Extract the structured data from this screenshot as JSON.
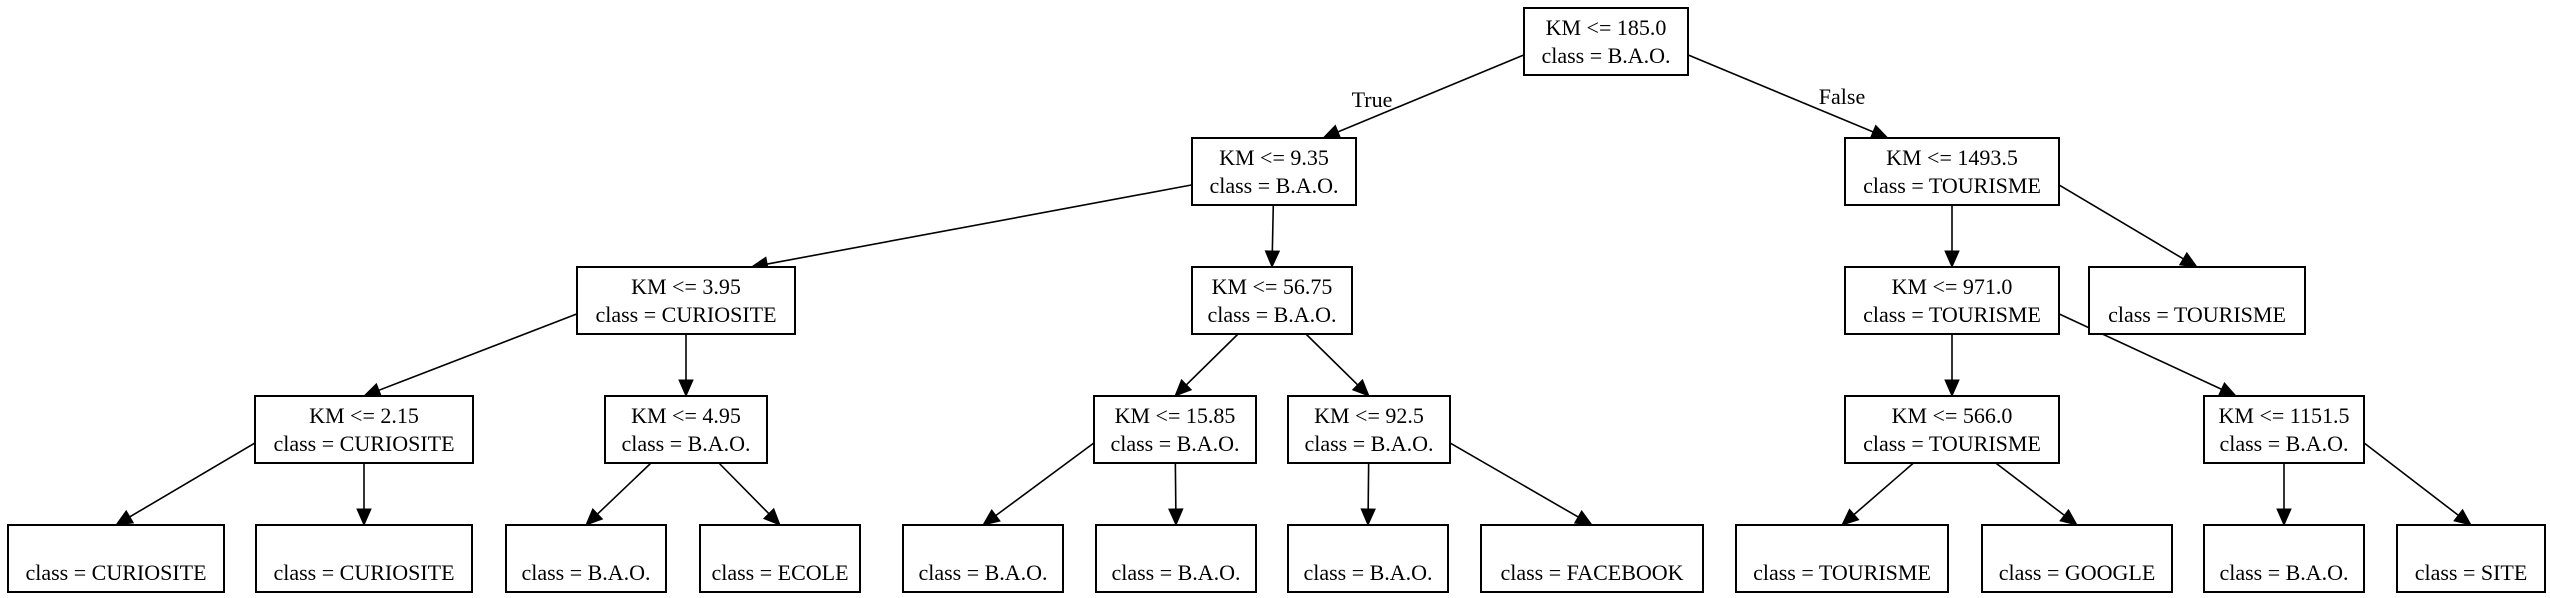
{
  "tree": {
    "nodes": {
      "n0": {
        "lines": [
          "KM <= 185.0",
          "class = B.A.O."
        ]
      },
      "n1": {
        "lines": [
          "KM <= 9.35",
          "class = B.A.O."
        ]
      },
      "n2": {
        "lines": [
          "KM <= 1493.5",
          "class = TOURISME"
        ]
      },
      "n3": {
        "lines": [
          "KM <= 3.95",
          "class = CURIOSITE"
        ]
      },
      "n4": {
        "lines": [
          "KM <= 56.75",
          "class = B.A.O."
        ]
      },
      "n5": {
        "lines": [
          "KM <= 971.0",
          "class = TOURISME"
        ]
      },
      "n6": {
        "lines": [
          "",
          "class = TOURISME"
        ]
      },
      "n7": {
        "lines": [
          "KM <= 2.15",
          "class = CURIOSITE"
        ]
      },
      "n8": {
        "lines": [
          "KM <= 4.95",
          "class = B.A.O."
        ]
      },
      "n9": {
        "lines": [
          "KM <= 15.85",
          "class = B.A.O."
        ]
      },
      "n10": {
        "lines": [
          "KM <= 92.5",
          "class = B.A.O."
        ]
      },
      "n11": {
        "lines": [
          "KM <= 566.0",
          "class = TOURISME"
        ]
      },
      "n12": {
        "lines": [
          "KM <= 1151.5",
          "class = B.A.O."
        ]
      },
      "n13": {
        "lines": [
          "",
          "class = CURIOSITE"
        ]
      },
      "n14": {
        "lines": [
          "",
          "class = CURIOSITE"
        ]
      },
      "n15": {
        "lines": [
          "",
          "class = B.A.O."
        ]
      },
      "n16": {
        "lines": [
          "",
          "class = ECOLE"
        ]
      },
      "n17": {
        "lines": [
          "",
          "class = B.A.O."
        ]
      },
      "n18": {
        "lines": [
          "",
          "class = B.A.O."
        ]
      },
      "n19": {
        "lines": [
          "",
          "class = B.A.O."
        ]
      },
      "n20": {
        "lines": [
          "",
          "class = FACEBOOK"
        ]
      },
      "n21": {
        "lines": [
          "",
          "class = TOURISME"
        ]
      },
      "n22": {
        "lines": [
          "",
          "class = GOOGLE"
        ]
      },
      "n23": {
        "lines": [
          "",
          "class = B.A.O."
        ]
      },
      "n24": {
        "lines": [
          "",
          "class = SITE"
        ]
      }
    },
    "edges": [
      {
        "from": "n0",
        "to": "n1",
        "label": "True"
      },
      {
        "from": "n0",
        "to": "n2",
        "label": "False"
      },
      {
        "from": "n1",
        "to": "n3",
        "label": ""
      },
      {
        "from": "n1",
        "to": "n4",
        "label": ""
      },
      {
        "from": "n2",
        "to": "n5",
        "label": ""
      },
      {
        "from": "n2",
        "to": "n6",
        "label": ""
      },
      {
        "from": "n3",
        "to": "n7",
        "label": ""
      },
      {
        "from": "n3",
        "to": "n8",
        "label": ""
      },
      {
        "from": "n4",
        "to": "n9",
        "label": ""
      },
      {
        "from": "n4",
        "to": "n10",
        "label": ""
      },
      {
        "from": "n5",
        "to": "n11",
        "label": ""
      },
      {
        "from": "n5",
        "to": "n12",
        "label": ""
      },
      {
        "from": "n7",
        "to": "n13",
        "label": ""
      },
      {
        "from": "n7",
        "to": "n14",
        "label": ""
      },
      {
        "from": "n8",
        "to": "n15",
        "label": ""
      },
      {
        "from": "n8",
        "to": "n16",
        "label": ""
      },
      {
        "from": "n9",
        "to": "n17",
        "label": ""
      },
      {
        "from": "n9",
        "to": "n18",
        "label": ""
      },
      {
        "from": "n10",
        "to": "n19",
        "label": ""
      },
      {
        "from": "n10",
        "to": "n20",
        "label": ""
      },
      {
        "from": "n11",
        "to": "n21",
        "label": ""
      },
      {
        "from": "n11",
        "to": "n22",
        "label": ""
      },
      {
        "from": "n12",
        "to": "n23",
        "label": ""
      },
      {
        "from": "n12",
        "to": "n24",
        "label": ""
      }
    ]
  }
}
